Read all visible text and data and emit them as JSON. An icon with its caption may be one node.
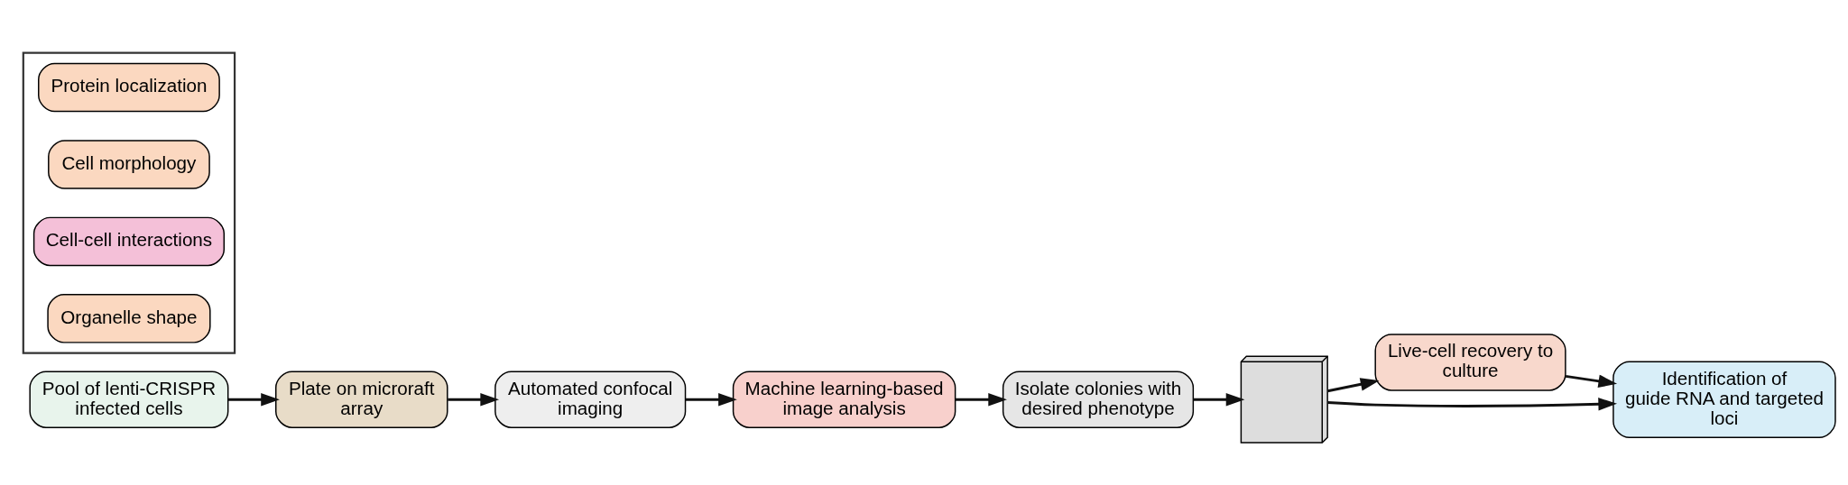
{
  "diagram": {
    "nodes": [
      {
        "text": [
          "Pool of lenti-CRISPR infected cells"
        ]
      },
      {
        "text": [
          "Plate on microraft array"
        ]
      },
      {
        "text": [
          "Automated confocal imaging"
        ]
      },
      {
        "text": [
          "Machine learning-based image analysis"
        ]
      },
      {
        "text": [],
        "shape": "box"
      },
      {
        "text": [
          "Protein localization"
        ],
        "in": 4
      },
      {
        "text": [
          "Cell morphology"
        ],
        "in": 4
      },
      {
        "text": [
          "Cell-cell interactions"
        ],
        "in": 4
      },
      {
        "text": [
          "Organelle shape"
        ],
        "in": 4
      },
      {
        "text": [
          "Isolate colonies with desired phenotype"
        ]
      },
      {
        "text": [],
        "shape": "picture"
      },
      {
        "text": [
          "Live-cell recovery to culture"
        ]
      },
      {
        "text": [
          "Identification of guide RNA and targeted loci"
        ]
      }
    ],
    "edges": [
      {
        "from": 0,
        "to": 1,
        "arrow": "to"
      },
      {
        "from": 1,
        "to": 2,
        "arrow": "to"
      },
      {
        "from": 2,
        "to": 3,
        "arrow": "to"
      },
      {
        "from": 3,
        "to": 9,
        "arrow": "to"
      },
      {
        "from": 9,
        "to": 10,
        "arrow": "to"
      },
      {
        "from": 10,
        "to": 11,
        "arrow": "to"
      },
      {
        "from": 10,
        "to": 12,
        "arrow": "to"
      },
      {
        "from": 11,
        "to": 12,
        "arrow": "to"
      }
    ]
  }
}
